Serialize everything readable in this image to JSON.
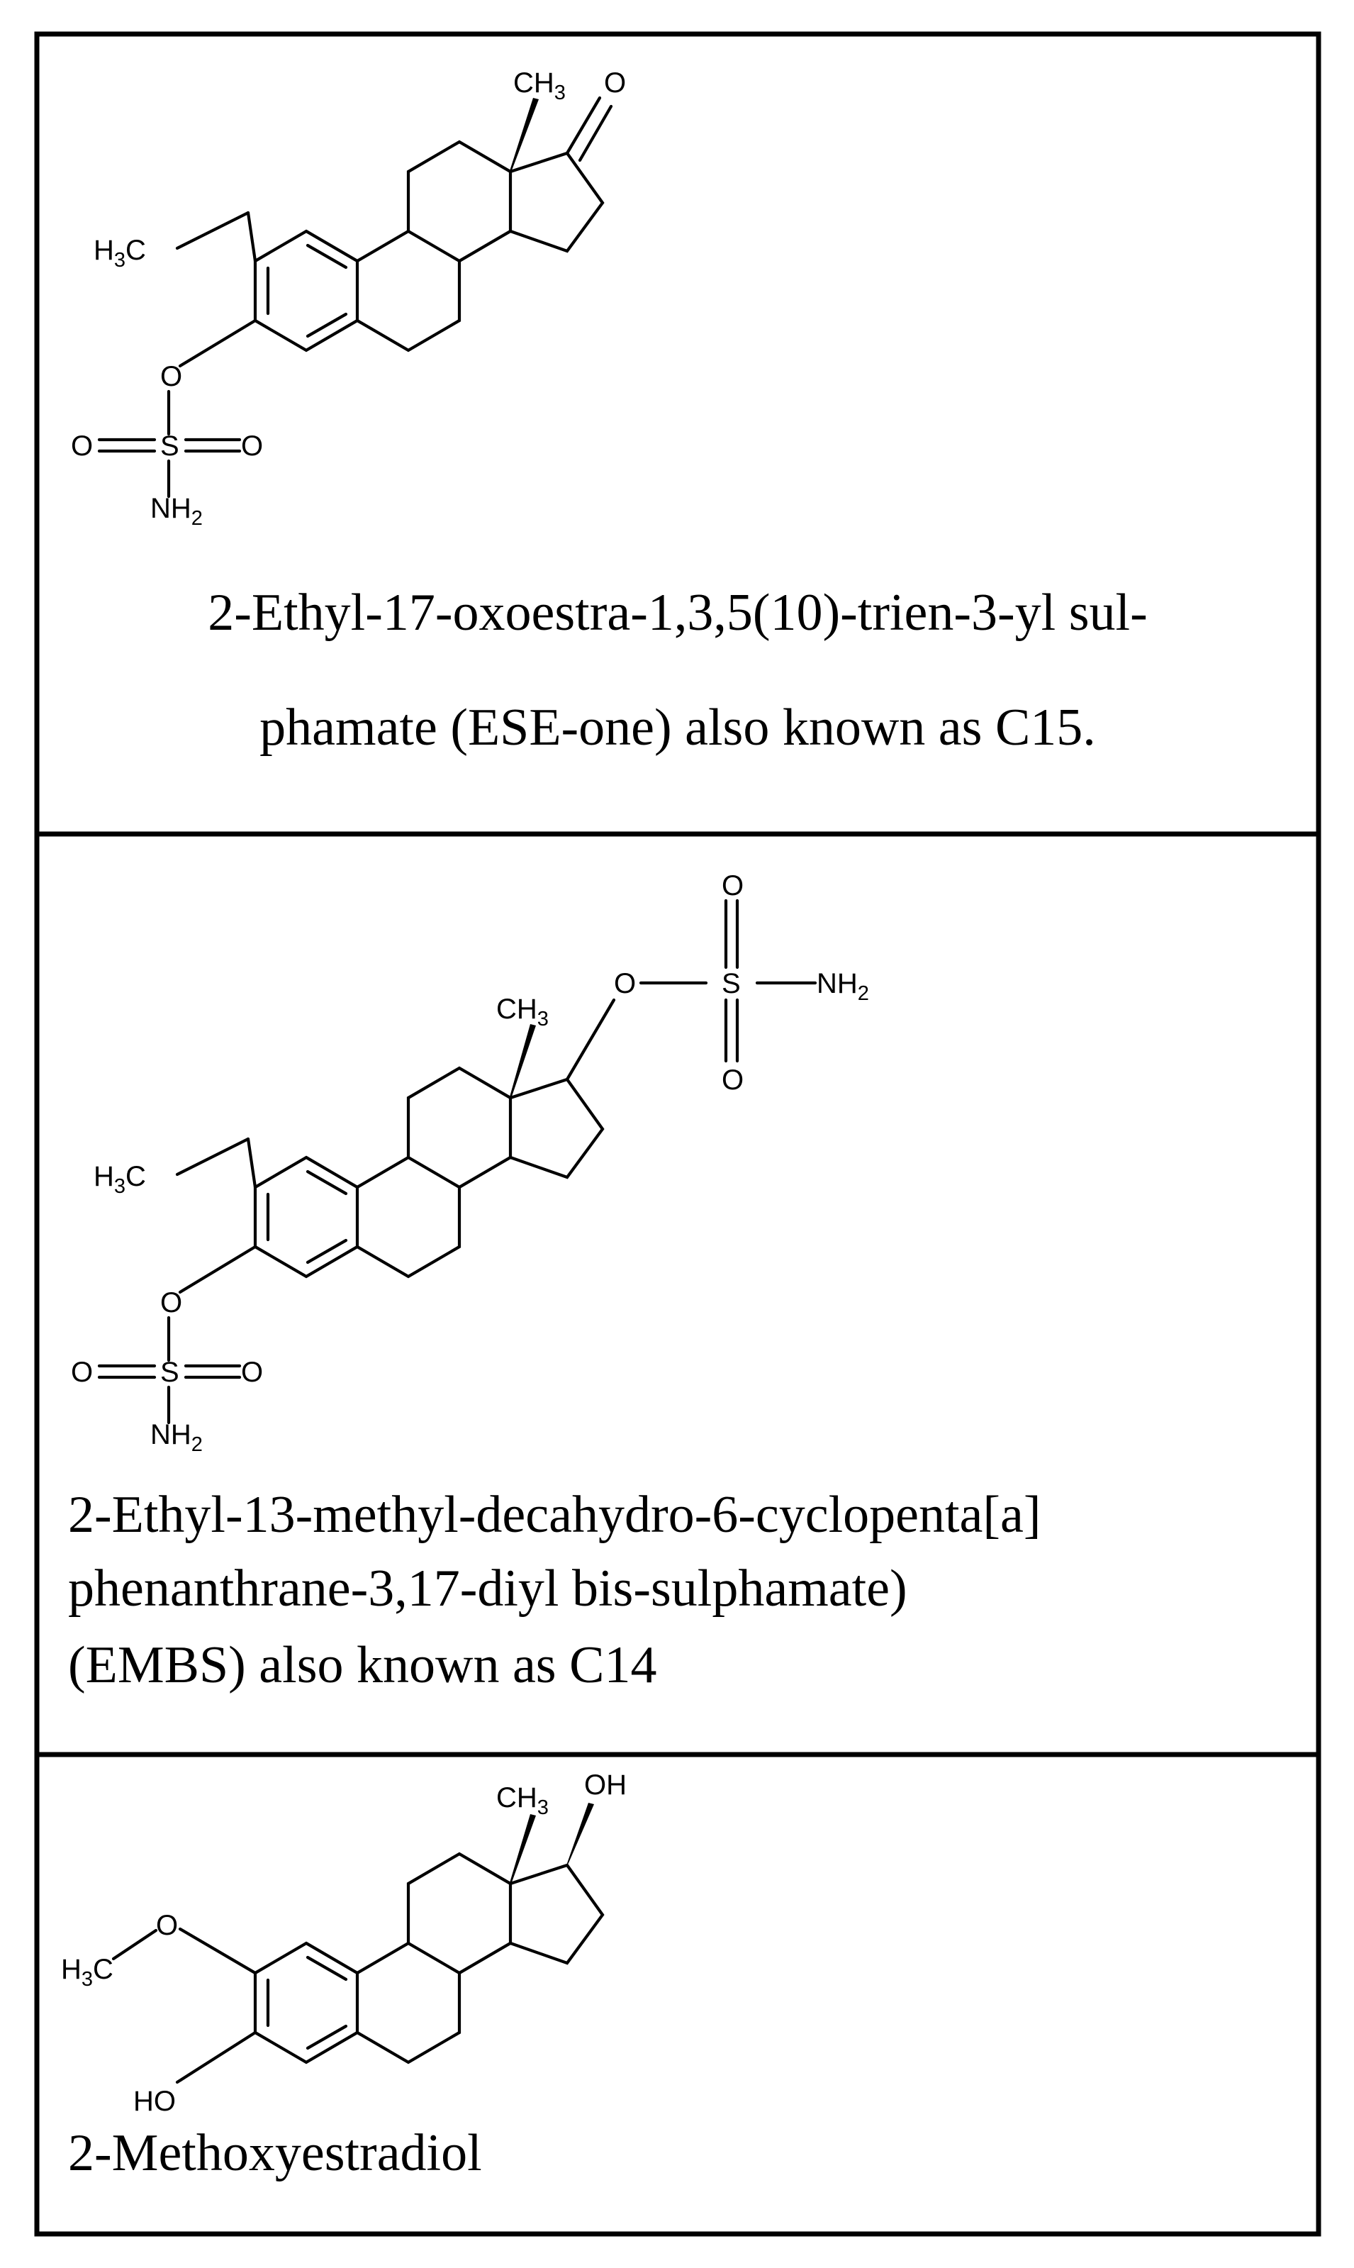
{
  "panels": [
    {
      "caption_lines": [
        "2-Ethyl-17-oxoestra-1,3,5(10)-trien-3-yl sul-",
        "phamate (ESE-one) also known as C15."
      ],
      "labels": {
        "ch3": {
          "main": "CH",
          "sub": "3"
        },
        "keto_o": "O",
        "h3c": {
          "main": "H",
          "sub": "3",
          "rest": "C"
        },
        "o3": "O",
        "o_left": "O",
        "s": "S",
        "o_right": "O",
        "nh2": {
          "main": "NH",
          "sub": "2"
        }
      }
    },
    {
      "caption_lines": [
        "2-Ethyl-13-methyl-decahydro-6-cyclopenta[a]",
        "phenanthrane-3,17-diyl bis-sulphamate)",
        "(EMBS) also known as C14"
      ],
      "labels": {
        "ch3": {
          "main": "CH",
          "sub": "3"
        },
        "o17": "O",
        "s17": "S",
        "s17_o_top": "O",
        "s17_o_bottom": "O",
        "nh2_17": {
          "main": "NH",
          "sub": "2"
        },
        "h3c": {
          "main": "H",
          "sub": "3",
          "rest": "C"
        },
        "o3": "O",
        "o_left": "O",
        "s": "S",
        "o_right": "O",
        "nh2": {
          "main": "NH",
          "sub": "2"
        }
      }
    },
    {
      "caption_lines": [
        "2-Methoxyestradiol"
      ],
      "labels": {
        "ch3": {
          "main": "CH",
          "sub": "3"
        },
        "oh": "OH",
        "o_methoxy": "O",
        "h3c": {
          "main": "H",
          "sub": "3",
          "rest": "C"
        },
        "ho": "HO"
      }
    }
  ]
}
